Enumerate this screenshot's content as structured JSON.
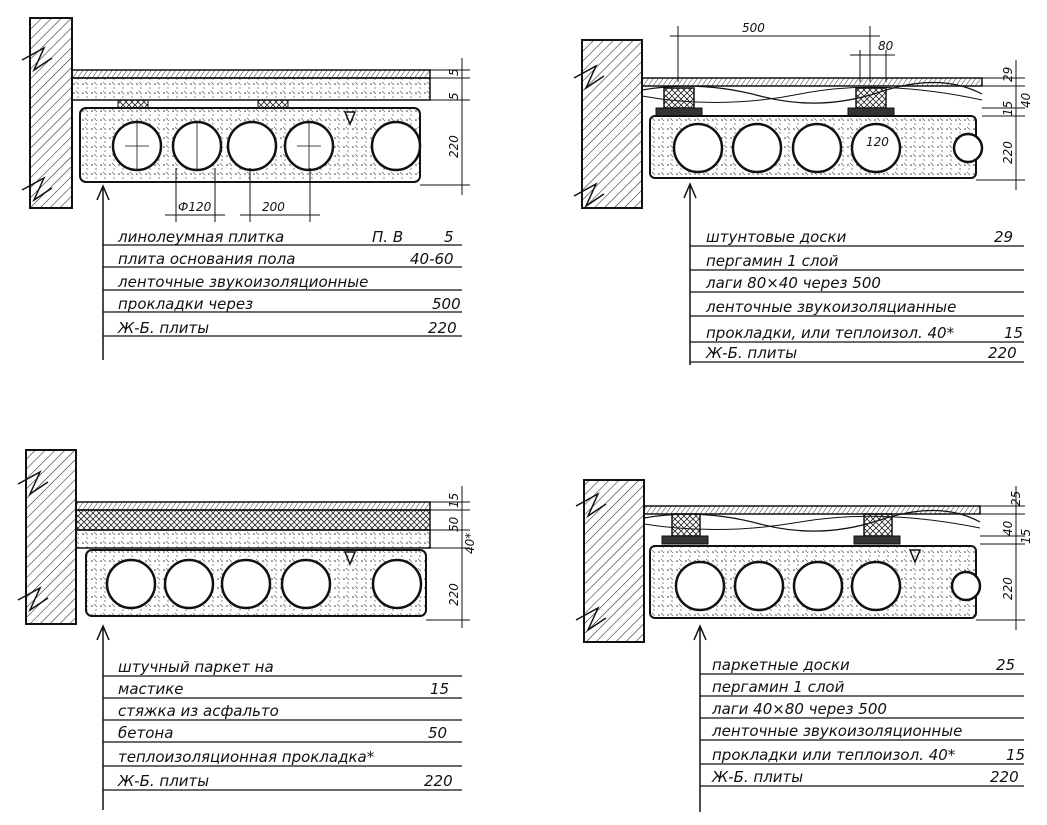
{
  "panels": [
    {
      "id": "linoleum",
      "dims": {
        "span_a": "Ф120",
        "span_b": "200"
      },
      "side_dims": [
        "5",
        "5",
        "220"
      ],
      "legend": [
        {
          "text": "линолеумная плитка",
          "code": "П. В",
          "value": "5"
        },
        {
          "text": "плита основания пола",
          "value": "40-60"
        },
        {
          "text": "ленточные звукоизоляционные",
          "value": ""
        },
        {
          "text": "прокладки через",
          "value": "500"
        },
        {
          "text": "Ж-Б. плиты",
          "value": "220"
        }
      ]
    },
    {
      "id": "plank",
      "dims": {
        "top_a": "500",
        "top_b": "80",
        "hole": "120"
      },
      "side_dims": [
        "29",
        "40",
        "15",
        "220"
      ],
      "legend": [
        {
          "text": "штунтовые доски",
          "value": "29"
        },
        {
          "text": "пергамин 1 слой",
          "value": ""
        },
        {
          "text": "лаги 80×40 через 500",
          "value": ""
        },
        {
          "text": "ленточные звукоизоляцианные",
          "value": ""
        },
        {
          "text": "прокладки, или теплоизол. 40*",
          "value": "15"
        },
        {
          "text": "Ж-Б. плиты",
          "value": "220"
        }
      ]
    },
    {
      "id": "parquet",
      "side_dims": [
        "15",
        "50",
        "40*",
        "220"
      ],
      "legend": [
        {
          "text": "штучный паркет на",
          "value": ""
        },
        {
          "text": "мастике",
          "value": "15"
        },
        {
          "text": "стяжка из асфальто",
          "value": ""
        },
        {
          "text": "бетона",
          "value": "50"
        },
        {
          "text": "теплоизоляционная прокладка*",
          "value": ""
        },
        {
          "text": "Ж-Б. плиты",
          "value": "220"
        }
      ]
    },
    {
      "id": "parquet-boards",
      "side_dims": [
        "25",
        "40",
        "15",
        "220"
      ],
      "legend": [
        {
          "text": "паркетные доски",
          "value": "25"
        },
        {
          "text": "пергамин 1 слой",
          "value": ""
        },
        {
          "text": "лаги 40×80 через 500",
          "value": ""
        },
        {
          "text": "ленточные звукоизоляционные",
          "value": ""
        },
        {
          "text": "прокладки или теплоизол. 40*",
          "value": "15"
        },
        {
          "text": "Ж-Б. плиты",
          "value": "220"
        }
      ]
    }
  ]
}
